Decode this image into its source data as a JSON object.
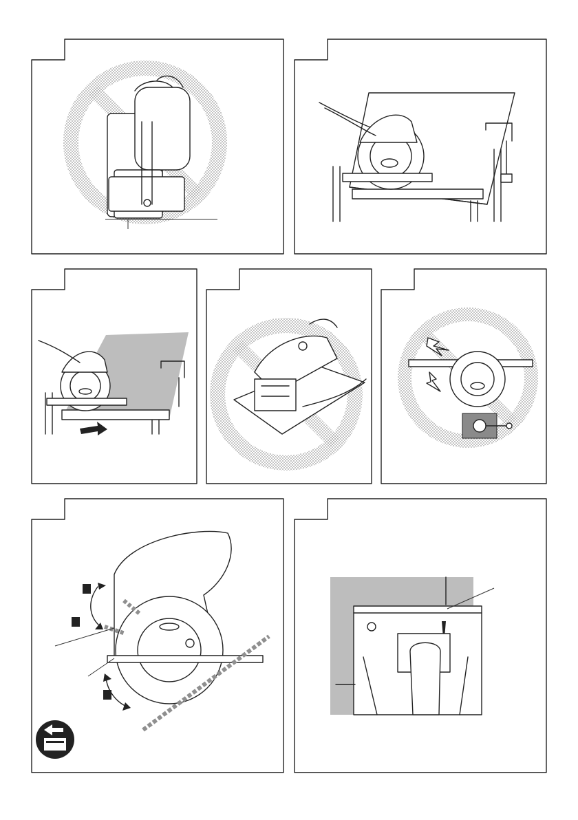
{
  "panels": [
    {
      "id": "p1",
      "prohibited": true
    },
    {
      "id": "p2",
      "prohibited": false
    },
    {
      "id": "p3",
      "prohibited": false
    },
    {
      "id": "p4",
      "prohibited": true
    },
    {
      "id": "p5",
      "prohibited": true
    },
    {
      "id": "p6",
      "prohibited": false
    },
    {
      "id": "p7",
      "prohibited": false
    }
  ],
  "colors": {
    "line": "#222222",
    "prohibit_dots": "#9a9a9a",
    "work_surface": "#bdbdbd",
    "dashed": "#8f8f8f"
  },
  "icons": [
    "prohibited-sign-icon",
    "clamp-icon",
    "feed-direction-arrow-icon",
    "kickback-icon",
    "read-manual-icon",
    "rotation-arrow-icon"
  ]
}
